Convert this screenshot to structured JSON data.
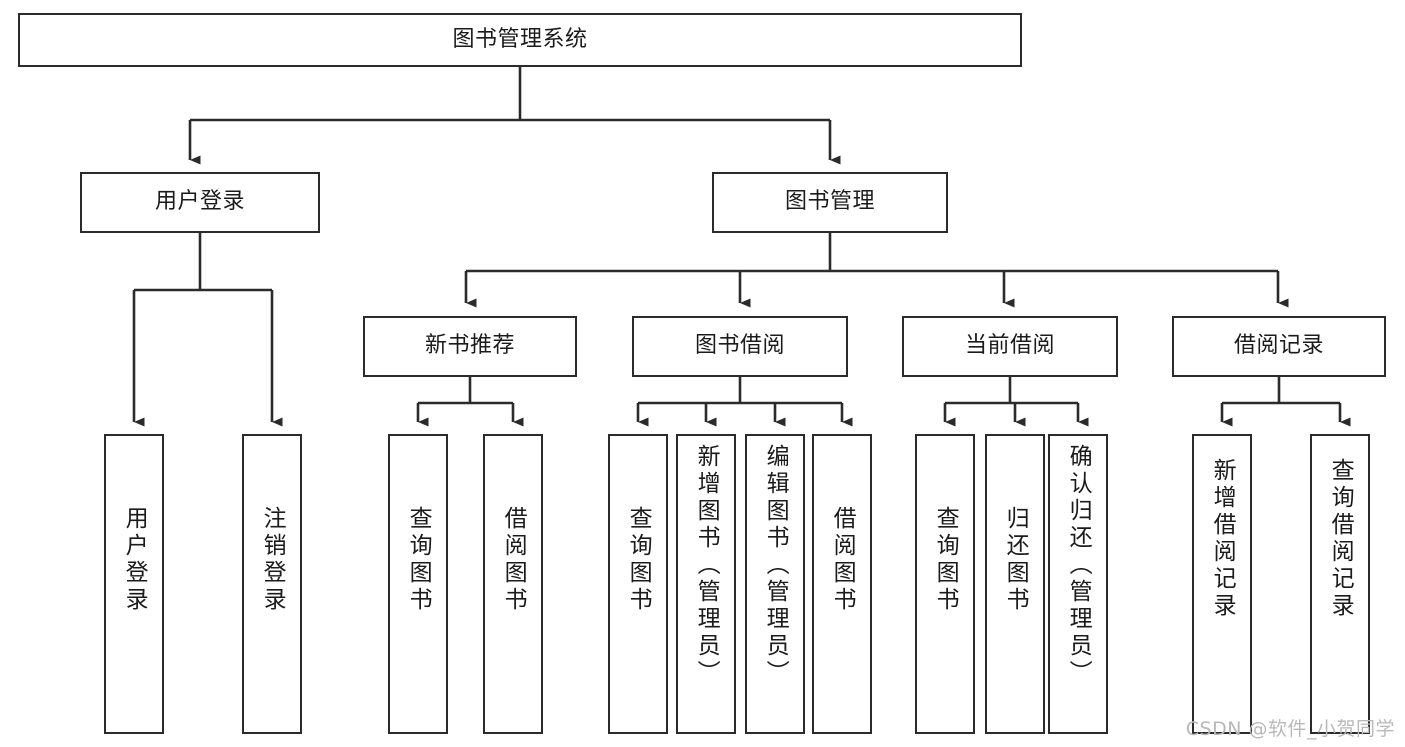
{
  "diagram": {
    "title": "图书管理系统",
    "type": "tree-hierarchy",
    "line_color": "#2b2b2b",
    "box_fill": "#ffffff",
    "text_color": "#1b1b1b",
    "watermark": "CSDN @软件_小贺同学",
    "root": {
      "id": "root",
      "label": "图书管理系统"
    },
    "level2": [
      {
        "id": "user-login",
        "label": "用户登录"
      },
      {
        "id": "book-manage",
        "label": "图书管理"
      }
    ],
    "level3": [
      {
        "id": "new-book-recommend",
        "label": "新书推荐",
        "parent": "book-manage"
      },
      {
        "id": "book-borrow",
        "label": "图书借阅",
        "parent": "book-manage"
      },
      {
        "id": "current-borrow",
        "label": "当前借阅",
        "parent": "book-manage"
      },
      {
        "id": "borrow-record",
        "label": "借阅记录",
        "parent": "book-manage"
      }
    ],
    "leaves": [
      {
        "id": "leaf-user-login",
        "label": "用户登录",
        "parent": "user-login"
      },
      {
        "id": "leaf-logout-login",
        "label": "注销登录",
        "parent": "user-login"
      },
      {
        "id": "leaf-query-book-1",
        "label": "查询图书",
        "parent": "new-book-recommend"
      },
      {
        "id": "leaf-borrow-book-1",
        "label": "借阅图书",
        "parent": "new-book-recommend"
      },
      {
        "id": "leaf-query-book-2",
        "label": "查询图书",
        "parent": "book-borrow"
      },
      {
        "id": "leaf-add-book",
        "label": "新增图书（管理员）",
        "parent": "book-borrow"
      },
      {
        "id": "leaf-edit-book",
        "label": "编辑图书（管理员）",
        "parent": "book-borrow"
      },
      {
        "id": "leaf-borrow-book-2",
        "label": "借阅图书",
        "parent": "book-borrow"
      },
      {
        "id": "leaf-query-book-3",
        "label": "查询图书",
        "parent": "current-borrow"
      },
      {
        "id": "leaf-return-book",
        "label": "归还图书",
        "parent": "current-borrow"
      },
      {
        "id": "leaf-confirm-return",
        "label": "确认归还（管理员）",
        "parent": "current-borrow"
      },
      {
        "id": "leaf-add-record",
        "label": "新增借阅记录",
        "parent": "borrow-record"
      },
      {
        "id": "leaf-query-record",
        "label": "查询借阅记录",
        "parent": "borrow-record"
      }
    ]
  }
}
